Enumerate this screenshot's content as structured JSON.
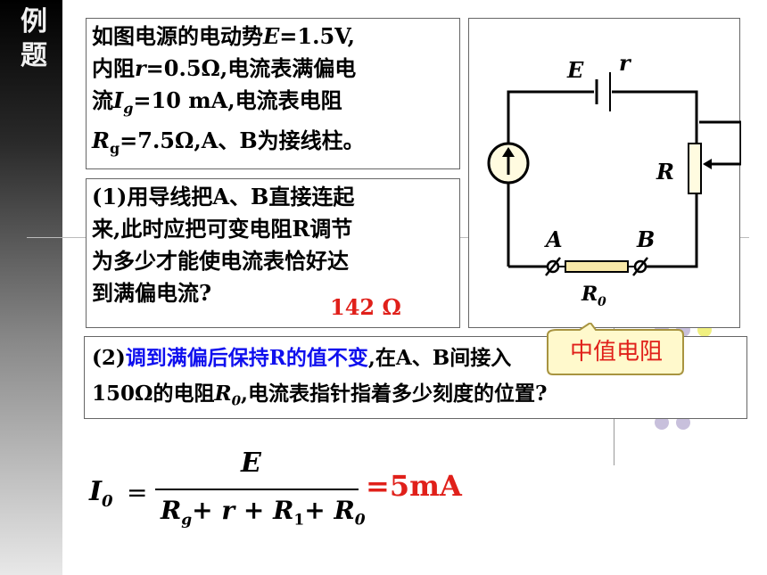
{
  "side_label": [
    "例",
    "题"
  ],
  "problem": {
    "line1_pre": "如图电源的电动势",
    "line1_E": "E",
    "line1_post": "=1.5V,",
    "line2_pre": "内阻",
    "line2_r": "r",
    "line2_post": "=0.5Ω,电流表满偏电",
    "line3_pre": "流",
    "line3_I": "I",
    "line3_sub": "g",
    "line3_post": "=10 mA,电流表电阻",
    "line4_R": "R",
    "line4_sub": "g",
    "line4_post": "=7.5Ω,A、B为接线柱。"
  },
  "question1": {
    "lines": [
      "(1)用导线把A、B直接连起",
      "来,此时应把可变电阻R调节",
      "为多少才能使电流表恰好达",
      "到满偏电流?"
    ],
    "answer": "142 Ω"
  },
  "question2": {
    "prefix": "(2)",
    "blue_text": "调到满偏后保持R的值不变",
    "mid": ",在A、B间接入",
    "line2_pre": "150Ω的电阻",
    "line2_R": "R",
    "line2_sub": "0",
    "line2_post": ",电流表指针指着多少刻度的位置?"
  },
  "circuit": {
    "E": "E",
    "r": "r",
    "R": "R",
    "A": "A",
    "B": "B",
    "R0": "R",
    "R0_sub": "0"
  },
  "callout": {
    "text": "中值电阻"
  },
  "formula": {
    "lhs_I": "I",
    "lhs_sub": "0",
    "eq": "=",
    "numerator": "E",
    "den_Rg": "R",
    "den_g": "g",
    "den_plus1": "+",
    "den_r": "r",
    "den_plus2": "+",
    "den_R1": "R",
    "den_1": "1",
    "den_plus3": "+",
    "den_R0": "R",
    "den_0": "0",
    "result": "=5mA"
  },
  "colors": {
    "accent_red": "#e0201a",
    "blue": "#1010ee",
    "dots_purple": "#c8c0dc",
    "dots_green": "#d8e6b0",
    "dots_yellow": "#f0f080"
  }
}
